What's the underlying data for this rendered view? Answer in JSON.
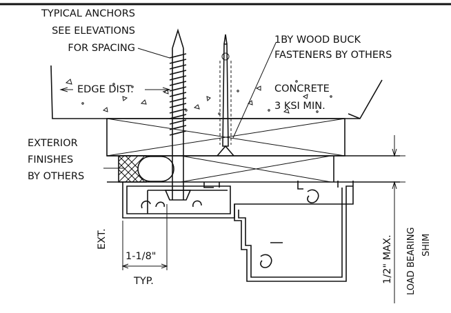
{
  "labels": {
    "anchors_1": "TYPICAL ANCHORS",
    "anchors_2": "SEE ELEVATIONS",
    "anchors_3": "FOR SPACING",
    "buck_1": "1BY WOOD BUCK",
    "buck_2": "FASTENERS BY OTHERS",
    "edge_dist": "EDGE DIST.",
    "concrete_1": "CONCRETE",
    "concrete_2": "3 KSI MIN.",
    "exterior_1": "EXTERIOR",
    "exterior_2": "FINISHES",
    "exterior_3": "BY OTHERS",
    "ext": "EXT.",
    "dim_typ_value": "1-1/8\"",
    "dim_typ_note": "TYP.",
    "shim_max": "1/2\" MAX.",
    "shim_1": "LOAD BEARING",
    "shim_2": "SHIM"
  }
}
